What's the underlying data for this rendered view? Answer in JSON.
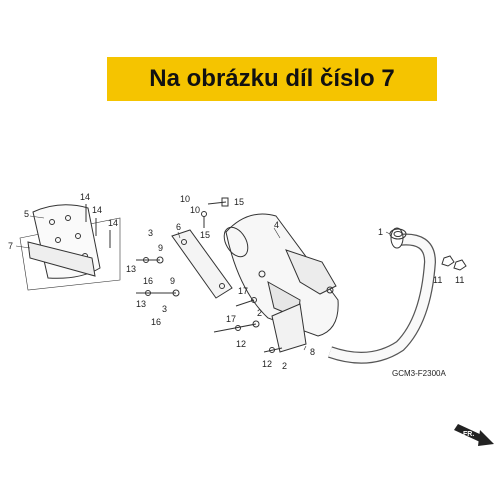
{
  "banner": {
    "text": "Na obrázku díl číslo 7"
  },
  "diagram": {
    "code": "GCM3-F2300A",
    "fr_label": "FR.",
    "callouts": {
      "c1": "1",
      "c2a": "2",
      "c2b": "2",
      "c3a": "3",
      "c3b": "3",
      "c4": "4",
      "c5": "5",
      "c6": "6",
      "c7": "7",
      "c8": "8",
      "c9a": "9",
      "c9b": "9",
      "c10a": "10",
      "c10b": "10",
      "c11a": "11",
      "c11b": "11",
      "c12a": "12",
      "c12b": "12",
      "c13a": "13",
      "c13b": "13",
      "c14a": "14",
      "c14b": "14",
      "c14c": "14",
      "c15a": "15",
      "c15b": "15",
      "c16a": "16",
      "c16b": "16",
      "c17a": "17",
      "c17b": "17"
    }
  },
  "colors": {
    "banner": "#f5c400",
    "ink": "#222222"
  }
}
